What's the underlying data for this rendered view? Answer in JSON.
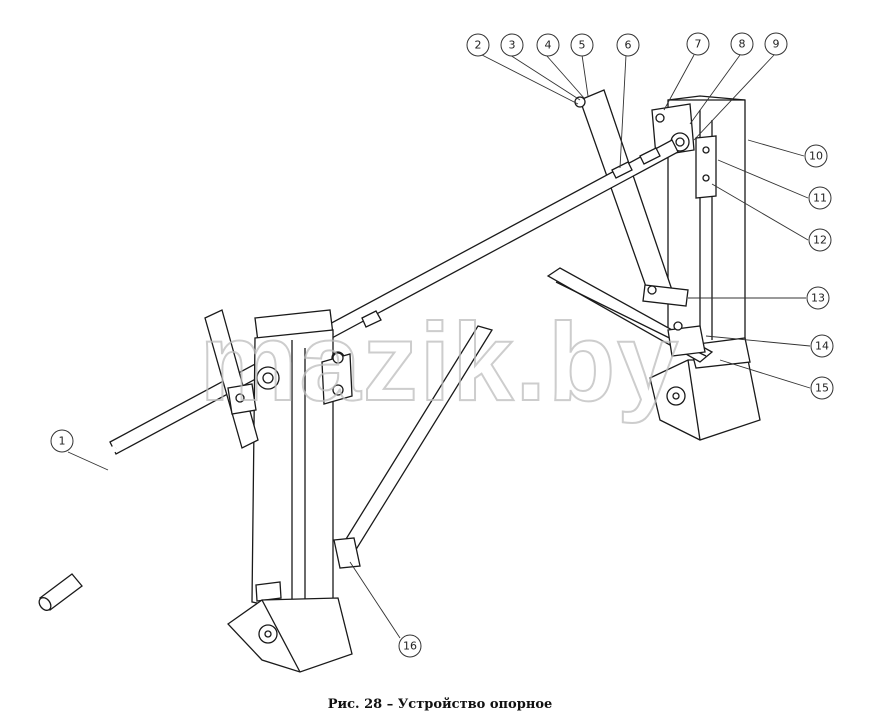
{
  "caption": "Рис. 28 – Устройство опорное",
  "watermark": "mazik.by",
  "callouts": [
    "1",
    "2",
    "3",
    "4",
    "5",
    "6",
    "7",
    "8",
    "9",
    "10",
    "11",
    "12",
    "13",
    "14",
    "15",
    "16"
  ]
}
